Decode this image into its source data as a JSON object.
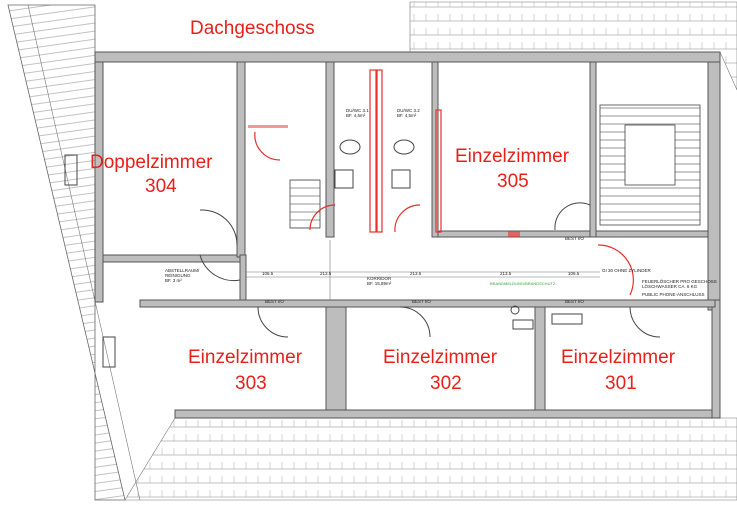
{
  "title": "Dachgeschoss",
  "rooms": [
    {
      "name": "Doppelzimmer",
      "number": "304"
    },
    {
      "name": "Einzelzimmer",
      "number": "305"
    },
    {
      "name": "Einzelzimmer",
      "number": "303"
    },
    {
      "name": "Einzelzimmer",
      "number": "302"
    },
    {
      "name": "Einzelzimmer",
      "number": "301"
    }
  ],
  "small_labels": {
    "abstellraum": "ABSTELLRAUM/",
    "reinigung": "REINIGUNG",
    "abstell_area": "BF. 3 m²",
    "korridor": "KORRIDOR",
    "korridor_area": "BF. 15,89m²",
    "duwc1": "DU/WC 3.1",
    "duwc1_area": "BF. 4,5m²",
    "duwc2": "DU/WC 3.2",
    "duwc2_area": "BF. 4,5m²",
    "dims": [
      "106.5",
      "213.5",
      "213.5",
      "213.5",
      "106.5"
    ],
    "best": "BEST I/O",
    "feuerloescher": "FEUERLÖSCHER PRO GESCHOSS",
    "loeschwasser": "LÖSCHWASSER CA. 6 KG",
    "telefon": "PUBLIC PHONE-ANSCHLUSS",
    "zylinder": "GI 30 OHNE ZYLINDER",
    "brandmelder": "BRANDMELDUNG/BRANDSCHUTZ"
  },
  "colors": {
    "label": "#e8201a",
    "wall": "#bdbdbd"
  }
}
